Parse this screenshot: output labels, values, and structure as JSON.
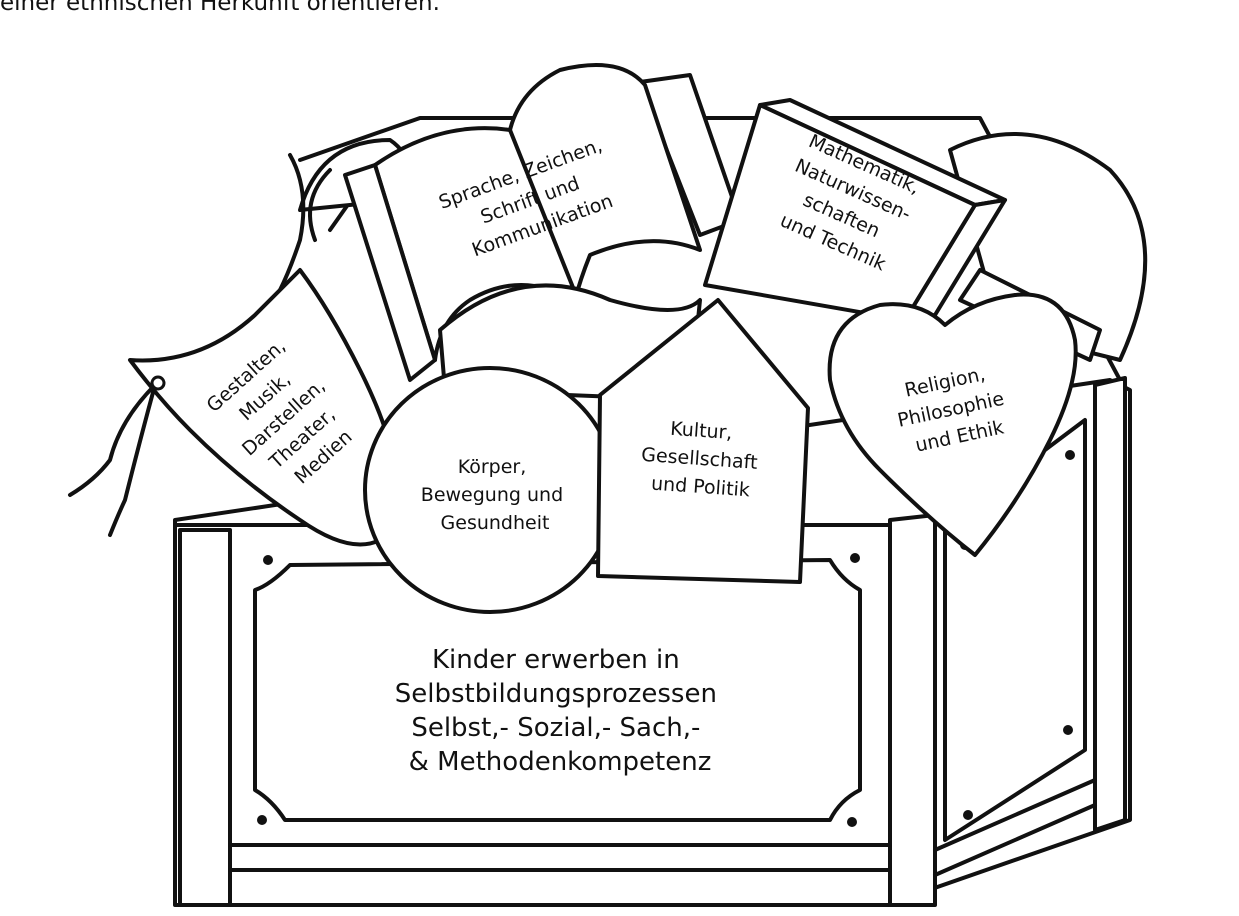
{
  "header": {
    "cutoff_text": "einer ethnischen Herkunft orientieren."
  },
  "chest": {
    "lines": [
      "Kinder erwerben in",
      "Selbstbildungsprozessen",
      "Selbst,- Sozial,- Sach,-",
      "& Methodenkompetenz"
    ]
  },
  "domains": {
    "sprache": [
      "Sprache, Zeichen,",
      "Schrift und",
      "Kommunikation"
    ],
    "mathematik": [
      "Mathematik,",
      "Naturwissen-",
      "schaften",
      "und Technik"
    ],
    "gestalten": [
      "Gestalten,",
      "Musik,",
      "Darstellen,",
      "Theater,",
      "Medien"
    ],
    "koerper": [
      "Körper,",
      "Bewegung und",
      "Gesundheit"
    ],
    "kultur": [
      "Kultur,",
      "Gesellschaft",
      "und Politik"
    ],
    "religion": [
      "Religion,",
      "Philosophie",
      "und Ethik"
    ]
  }
}
